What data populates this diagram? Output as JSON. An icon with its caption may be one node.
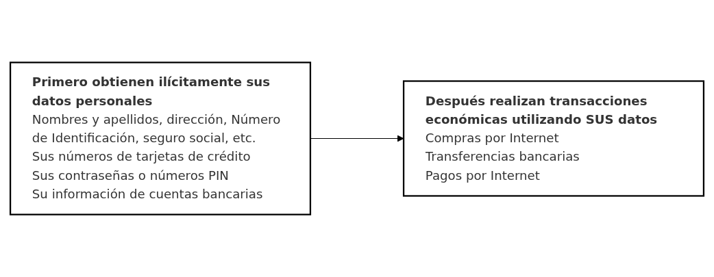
{
  "diagram": {
    "nodes": [
      {
        "text": [
          "Primero obtienen ilícitamente sus datos personales",
          "Nombres y apellidos, dirección, Número de Identificación, seguro social, etc.",
          "Sus números de tarjetas de crédito",
          "Sus contraseñas o números PIN",
          "Su información de cuentas bancarias"
        ]
      },
      {
        "text": [
          "Después realizan transacciones económicas utilizando SUS datos",
          "Compras por Internet",
          "Transferencias bancarias",
          "Pagos por Internet"
        ]
      }
    ],
    "edges": [
      {
        "from": 0,
        "to": 1,
        "arrow": "to"
      }
    ]
  }
}
